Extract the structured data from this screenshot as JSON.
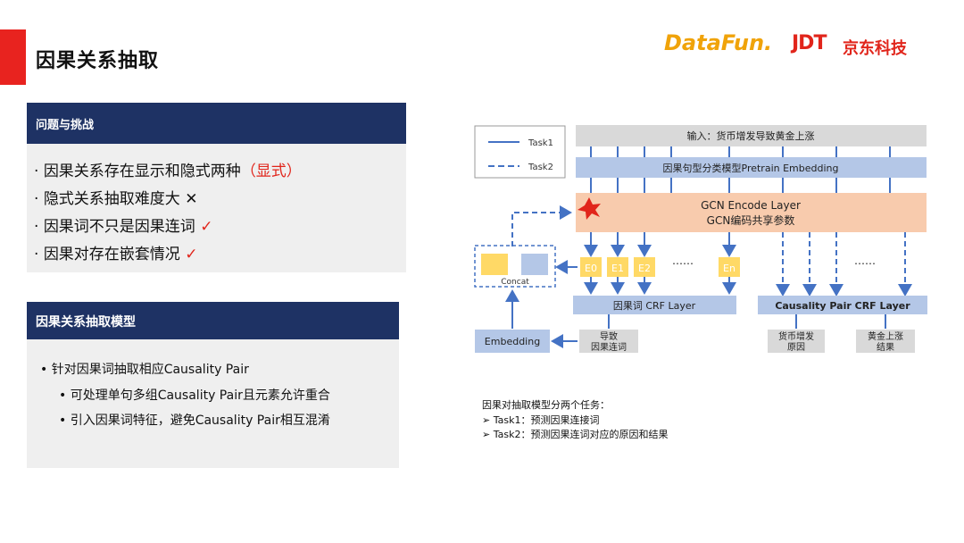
{
  "title": "因果关系抽取",
  "logos": {
    "datafun": "DataFun.",
    "jdt": "JDT",
    "jd": "京东科技"
  },
  "section1": {
    "header": "问题与挑战",
    "bullets": [
      {
        "prefix": "· ",
        "text": "因果关系存在显示和隐式两种",
        "mark": "（显式）"
      },
      {
        "prefix": "· ",
        "text": "隐式关系抽取难度大",
        "mark": " ✕"
      },
      {
        "prefix": "· ",
        "text": "因果词不只是因果连词",
        "mark": " ✓"
      },
      {
        "prefix": "· ",
        "text": "因果对存在嵌套情况",
        "mark": " ✓"
      }
    ]
  },
  "section2": {
    "header": "因果关系抽取模型",
    "bullet1": "• 针对因果词抽取相应Causality Pair",
    "sub1": "• 可处理单句多组Causality Pair且元素允许重合",
    "sub2": "• 引入因果词特征，避免Causality Pair相互混淆"
  },
  "diagram": {
    "legend_task1": "Task1",
    "legend_task2": "Task2",
    "input": "输入：货币增发导致黄金上涨",
    "pretrain": "因果句型分类模型Pretrain Embedding",
    "gcn1": "GCN Encode Layer",
    "gcn2": "GCN编码共享参数",
    "e0": "E0",
    "e1": "E1",
    "e2": "E2",
    "en": "En",
    "dots": "……",
    "concat": "Concat",
    "embedding": "Embedding",
    "crf1": "因果词 CRF  Layer",
    "crf2": "Causality Pair CRF  Layer",
    "out1a": "导致",
    "out1b": "因果连词",
    "out2a": "货币增发",
    "out2b": "原因",
    "out3a": "黄金上涨",
    "out3b": "结果"
  },
  "captions": {
    "title": "因果对抽取模型分两个任务：",
    "t1": "➢    Task1：预测因果连接词",
    "t2": "➢    Task2：预测因果连词对应的原因和结果"
  },
  "colors": {
    "navy": "#1e3264",
    "red": "#e1251b",
    "blue": "#4472c4",
    "salmon": "#f8cbad",
    "yellow": "#ffd966",
    "lightblue": "#b4c7e7"
  }
}
